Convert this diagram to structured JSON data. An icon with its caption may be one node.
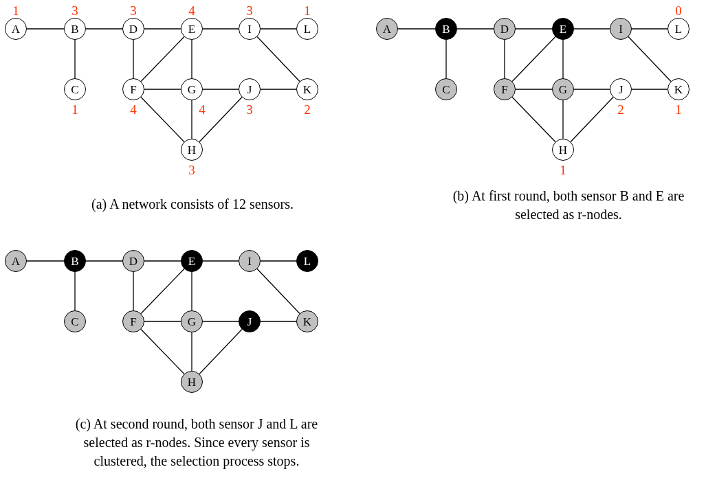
{
  "diagram": {
    "nodes": [
      {
        "text": [
          "A"
        ],
        "beside": [
          "1"
        ]
      },
      {
        "text": [
          "B"
        ],
        "beside": [
          "3"
        ]
      },
      {
        "text": [
          "D"
        ],
        "beside": [
          "3"
        ]
      },
      {
        "text": [
          "E"
        ],
        "beside": [
          "4"
        ]
      },
      {
        "text": [
          "I"
        ],
        "beside": [
          "3"
        ]
      },
      {
        "text": [
          "L"
        ],
        "beside": [
          "1"
        ]
      },
      {
        "text": [
          "C"
        ],
        "beside": [
          "1"
        ]
      },
      {
        "text": [
          "F"
        ],
        "beside": [
          "4"
        ]
      },
      {
        "text": [
          "G"
        ],
        "beside": [
          "4"
        ]
      },
      {
        "text": [
          "J"
        ],
        "beside": [
          "3"
        ]
      },
      {
        "text": [
          "K"
        ],
        "beside": [
          "2"
        ]
      },
      {
        "text": [
          "H"
        ],
        "beside": [
          "3"
        ]
      },
      {
        "text": [
          "A"
        ]
      },
      {
        "text": [
          "B"
        ]
      },
      {
        "text": [
          "D"
        ]
      },
      {
        "text": [
          "E"
        ]
      },
      {
        "text": [
          "I"
        ]
      },
      {
        "text": [
          "L"
        ],
        "beside": [
          "0"
        ]
      },
      {
        "text": [
          "C"
        ]
      },
      {
        "text": [
          "F"
        ]
      },
      {
        "text": [
          "G"
        ]
      },
      {
        "text": [
          "J"
        ],
        "beside": [
          "2"
        ]
      },
      {
        "text": [
          "K"
        ],
        "beside": [
          "1"
        ]
      },
      {
        "text": [
          "H"
        ],
        "beside": [
          "1"
        ]
      },
      {
        "text": [
          "A"
        ]
      },
      {
        "text": [
          "B"
        ]
      },
      {
        "text": [
          "D"
        ]
      },
      {
        "text": [
          "E"
        ]
      },
      {
        "text": [
          "I"
        ]
      },
      {
        "text": [
          "L"
        ]
      },
      {
        "text": [
          "C"
        ]
      },
      {
        "text": [
          "F"
        ]
      },
      {
        "text": [
          "G"
        ]
      },
      {
        "text": [
          "J"
        ]
      },
      {
        "text": [
          "K"
        ]
      },
      {
        "text": [
          "H"
        ]
      }
    ],
    "edges": [
      {
        "from": 0,
        "to": 1,
        "arrow": "none"
      },
      {
        "from": 1,
        "to": 2,
        "arrow": "none"
      },
      {
        "from": 2,
        "to": 3,
        "arrow": "none"
      },
      {
        "from": 3,
        "to": 4,
        "arrow": "none"
      },
      {
        "from": 4,
        "to": 5,
        "arrow": "none"
      },
      {
        "from": 1,
        "to": 6,
        "arrow": "none"
      },
      {
        "from": 2,
        "to": 7,
        "arrow": "none"
      },
      {
        "from": 3,
        "to": 7,
        "arrow": "none"
      },
      {
        "from": 3,
        "to": 8,
        "arrow": "none"
      },
      {
        "from": 4,
        "to": 10,
        "arrow": "none"
      },
      {
        "from": 7,
        "to": 8,
        "arrow": "none"
      },
      {
        "from": 8,
        "to": 9,
        "arrow": "none"
      },
      {
        "from": 9,
        "to": 10,
        "arrow": "none"
      },
      {
        "from": 7,
        "to": 11,
        "arrow": "none"
      },
      {
        "from": 8,
        "to": 11,
        "arrow": "none"
      },
      {
        "from": 9,
        "to": 11,
        "arrow": "none"
      },
      {
        "from": 12,
        "to": 13,
        "arrow": "none"
      },
      {
        "from": 13,
        "to": 14,
        "arrow": "none"
      },
      {
        "from": 14,
        "to": 15,
        "arrow": "none"
      },
      {
        "from": 15,
        "to": 16,
        "arrow": "none"
      },
      {
        "from": 16,
        "to": 17,
        "arrow": "none"
      },
      {
        "from": 13,
        "to": 18,
        "arrow": "none"
      },
      {
        "from": 14,
        "to": 19,
        "arrow": "none"
      },
      {
        "from": 15,
        "to": 19,
        "arrow": "none"
      },
      {
        "from": 15,
        "to": 20,
        "arrow": "none"
      },
      {
        "from": 16,
        "to": 22,
        "arrow": "none"
      },
      {
        "from": 19,
        "to": 20,
        "arrow": "none"
      },
      {
        "from": 20,
        "to": 21,
        "arrow": "none"
      },
      {
        "from": 21,
        "to": 22,
        "arrow": "none"
      },
      {
        "from": 19,
        "to": 23,
        "arrow": "none"
      },
      {
        "from": 20,
        "to": 23,
        "arrow": "none"
      },
      {
        "from": 21,
        "to": 23,
        "arrow": "none"
      },
      {
        "from": 24,
        "to": 25,
        "arrow": "none"
      },
      {
        "from": 25,
        "to": 26,
        "arrow": "none"
      },
      {
        "from": 26,
        "to": 27,
        "arrow": "none"
      },
      {
        "from": 27,
        "to": 28,
        "arrow": "none"
      },
      {
        "from": 28,
        "to": 29,
        "arrow": "none"
      },
      {
        "from": 25,
        "to": 30,
        "arrow": "none"
      },
      {
        "from": 26,
        "to": 31,
        "arrow": "none"
      },
      {
        "from": 27,
        "to": 31,
        "arrow": "none"
      },
      {
        "from": 27,
        "to": 32,
        "arrow": "none"
      },
      {
        "from": 28,
        "to": 34,
        "arrow": "none"
      },
      {
        "from": 31,
        "to": 32,
        "arrow": "none"
      },
      {
        "from": 32,
        "to": 33,
        "arrow": "none"
      },
      {
        "from": 33,
        "to": 34,
        "arrow": "none"
      },
      {
        "from": 31,
        "to": 35,
        "arrow": "none"
      },
      {
        "from": 32,
        "to": 35,
        "arrow": "none"
      },
      {
        "from": 33,
        "to": 35,
        "arrow": "none"
      }
    ],
    "labels": [
      "(a) A network consists of 12 sensors.",
      "(b) At first round, both sensor B and E are selected as r-nodes.",
      "(c) At second round, both sensor J and L are selected as r-nodes. Since every sensor is clustered, the selection process stops."
    ]
  }
}
